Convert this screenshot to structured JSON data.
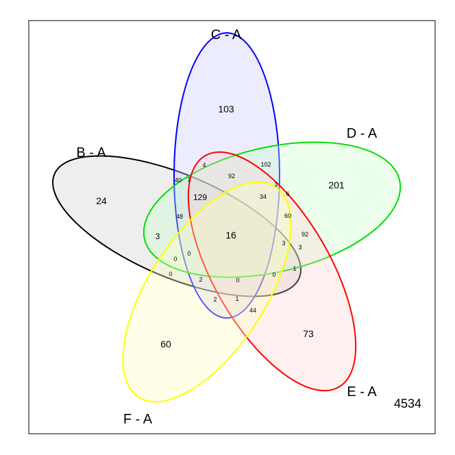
{
  "sets": [
    {
      "id": "B",
      "label": "B - A",
      "stroke": "#000000",
      "fill": "#d9d9d9"
    },
    {
      "id": "C",
      "label": "C - A",
      "stroke": "#0000ff",
      "fill": "#c8c8ff"
    },
    {
      "id": "D",
      "label": "D - A",
      "stroke": "#00dd00",
      "fill": "#c8ffc8"
    },
    {
      "id": "E",
      "label": "E - A",
      "stroke": "#ff0000",
      "fill": "#ffcccc"
    },
    {
      "id": "F",
      "label": "F - A",
      "stroke": "#ffff00",
      "fill": "#ffffc0"
    }
  ],
  "regions": [
    "103",
    "24",
    "201",
    "73",
    "60",
    "16",
    "129",
    "92",
    "102",
    "4",
    "40",
    "1",
    "48",
    "3",
    "34",
    "1",
    "6",
    "60",
    "92",
    "3",
    "3",
    "1",
    "0",
    "0",
    "0",
    "2",
    "0",
    "0",
    "2",
    "1",
    "44"
  ],
  "outside_count": "4534"
}
